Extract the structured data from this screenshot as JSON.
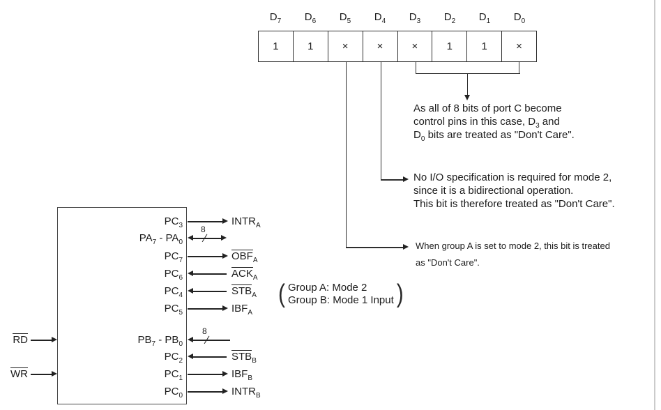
{
  "register": {
    "bits": [
      {
        "lb": "D",
        "ls": "7",
        "value": "1"
      },
      {
        "lb": "D",
        "ls": "6",
        "value": "1"
      },
      {
        "lb": "D",
        "ls": "5",
        "value": "×"
      },
      {
        "lb": "D",
        "ls": "4",
        "value": "×"
      },
      {
        "lb": "D",
        "ls": "3",
        "value": "×"
      },
      {
        "lb": "D",
        "ls": "2",
        "value": "1"
      },
      {
        "lb": "D",
        "ls": "1",
        "value": "1"
      },
      {
        "lb": "D",
        "ls": "0",
        "value": "×"
      }
    ]
  },
  "notes": {
    "d3d0": {
      "l1": "As all of 8 bits of port C become",
      "l2a": "control pins in this case, D",
      "l2sub": "3",
      "l2b": " and",
      "l3a": "D",
      "l3sub": "0",
      "l3b": " bits are treated as \"Don't Care\"."
    },
    "d4": {
      "l1": "No I/O specification is required for mode 2,",
      "l2": "since it is a bidirectional operation.",
      "l3": "This bit is therefore treated as \"Don't Care\"."
    },
    "d5": {
      "l1": "When group A is set to mode 2, this bit is treated",
      "l2": "as \"Don't Care\"."
    },
    "group": {
      "open": "(",
      "l1": "Group A: Mode 2",
      "l2": "Group B: Mode 1 Input",
      "close": ")"
    }
  },
  "chip": {
    "pins": [
      {
        "b1": "PC",
        "s1": "3",
        "b2": "",
        "s2": "",
        "ext": "INTR",
        "ext_sub": "A",
        "bus": ""
      },
      {
        "b1": "PA",
        "s1": "7",
        "b2": " - PA",
        "s2": "0",
        "ext": "",
        "ext_sub": "",
        "bus": "8"
      },
      {
        "b1": "PC",
        "s1": "7",
        "b2": "",
        "s2": "",
        "ext": "OBF",
        "ext_sub": "A",
        "bus": ""
      },
      {
        "b1": "PC",
        "s1": "6",
        "b2": "",
        "s2": "",
        "ext": "ACK",
        "ext_sub": "A",
        "bus": ""
      },
      {
        "b1": "PC",
        "s1": "4",
        "b2": "",
        "s2": "",
        "ext": "STB",
        "ext_sub": "A",
        "bus": ""
      },
      {
        "b1": "PC",
        "s1": "5",
        "b2": "",
        "s2": "",
        "ext": "IBF",
        "ext_sub": "A",
        "bus": ""
      },
      {
        "b1": "PB",
        "s1": "7",
        "b2": " - PB",
        "s2": "0",
        "ext": "",
        "ext_sub": "",
        "bus": "8"
      },
      {
        "b1": "PC",
        "s1": "2",
        "b2": "",
        "s2": "",
        "ext": "STB",
        "ext_sub": "B",
        "bus": ""
      },
      {
        "b1": "PC",
        "s1": "1",
        "b2": "",
        "s2": "",
        "ext": "IBF",
        "ext_sub": "B",
        "bus": ""
      },
      {
        "b1": "PC",
        "s1": "0",
        "b2": "",
        "s2": "",
        "ext": "INTR",
        "ext_sub": "B",
        "bus": ""
      }
    ],
    "left_pins": [
      {
        "label": "RD"
      },
      {
        "label": "WR"
      }
    ]
  }
}
